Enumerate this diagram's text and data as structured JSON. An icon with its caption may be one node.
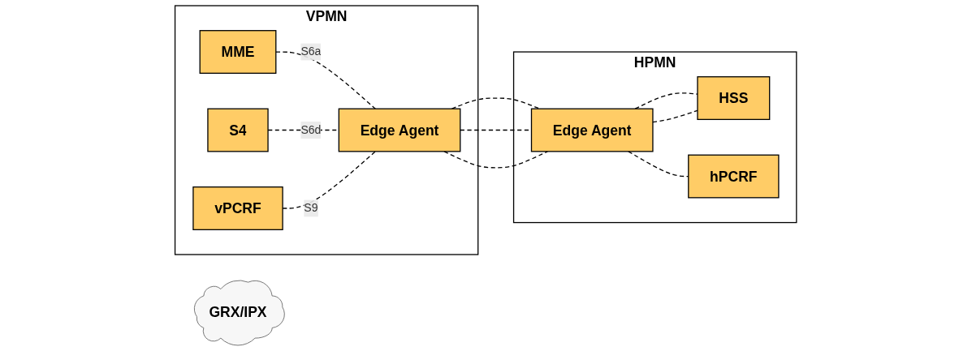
{
  "diagram": {
    "nodes": [
      {
        "text": [
          "VPMN"
        ]
      },
      {
        "text": [
          "MME"
        ],
        "in": 0
      },
      {
        "text": [
          "S4"
        ],
        "in": 0
      },
      {
        "text": [
          "vPCRF"
        ],
        "in": 0
      },
      {
        "text": [
          "Edge Agent"
        ],
        "in": 0
      },
      {
        "text": [
          "GRX/IPX"
        ]
      },
      {
        "text": [
          "HPMN"
        ]
      },
      {
        "text": [
          "Edge Agent"
        ],
        "in": 6
      },
      {
        "text": [
          "HSS"
        ],
        "in": 6
      },
      {
        "text": [
          "hPCRF"
        ],
        "in": 6
      }
    ],
    "edges": [
      {
        "from": 1,
        "to": 4,
        "arrow": "none",
        "style": "dashed",
        "label": "S6a"
      },
      {
        "from": 2,
        "to": 4,
        "arrow": "none",
        "style": "dashed",
        "label": "S6d"
      },
      {
        "from": 3,
        "to": 4,
        "arrow": "none",
        "style": "dashed",
        "label": "S9"
      },
      {
        "from": 4,
        "to": 7,
        "arrow": "none",
        "style": "dashed"
      },
      {
        "from": 4,
        "to": 7,
        "arrow": "none",
        "style": "dashed"
      },
      {
        "from": 4,
        "to": 7,
        "arrow": "none",
        "style": "dashed"
      },
      {
        "from": 7,
        "to": 8,
        "arrow": "none",
        "style": "dashed"
      },
      {
        "from": 7,
        "to": 8,
        "arrow": "none",
        "style": "dashed"
      },
      {
        "from": 7,
        "to": 9,
        "arrow": "none",
        "style": "dashed"
      }
    ]
  }
}
